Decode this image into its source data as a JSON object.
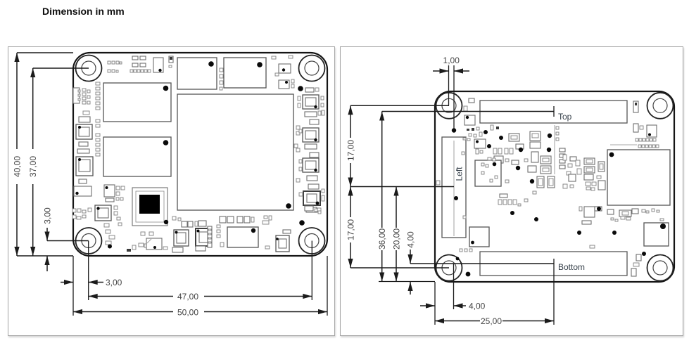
{
  "title": "Dimension in mm",
  "front_view": {
    "dims": {
      "board_height": "40,00",
      "hole_rows_span": "37,00",
      "hole_offset_vertical": "3,00",
      "hole_offset_horizontal": "3,00",
      "hole_cols_span": "47,00",
      "board_width": "50,00"
    }
  },
  "back_view": {
    "dims": {
      "hole_to_connector": "1,00",
      "upper_half": "17,00",
      "lower_half": "17,00",
      "top_conn_to_bottom_edge": "36,00",
      "left_conn_to_bottom_edge": "20,00",
      "bottom_conn_to_edge": "4,00",
      "edge_to_left_conn": "4,00",
      "edge_to_bottom_conn": "25,00"
    },
    "labels": {
      "top_connector": "Top",
      "left_connector": "Left",
      "bottom_connector": "Bottom"
    }
  }
}
